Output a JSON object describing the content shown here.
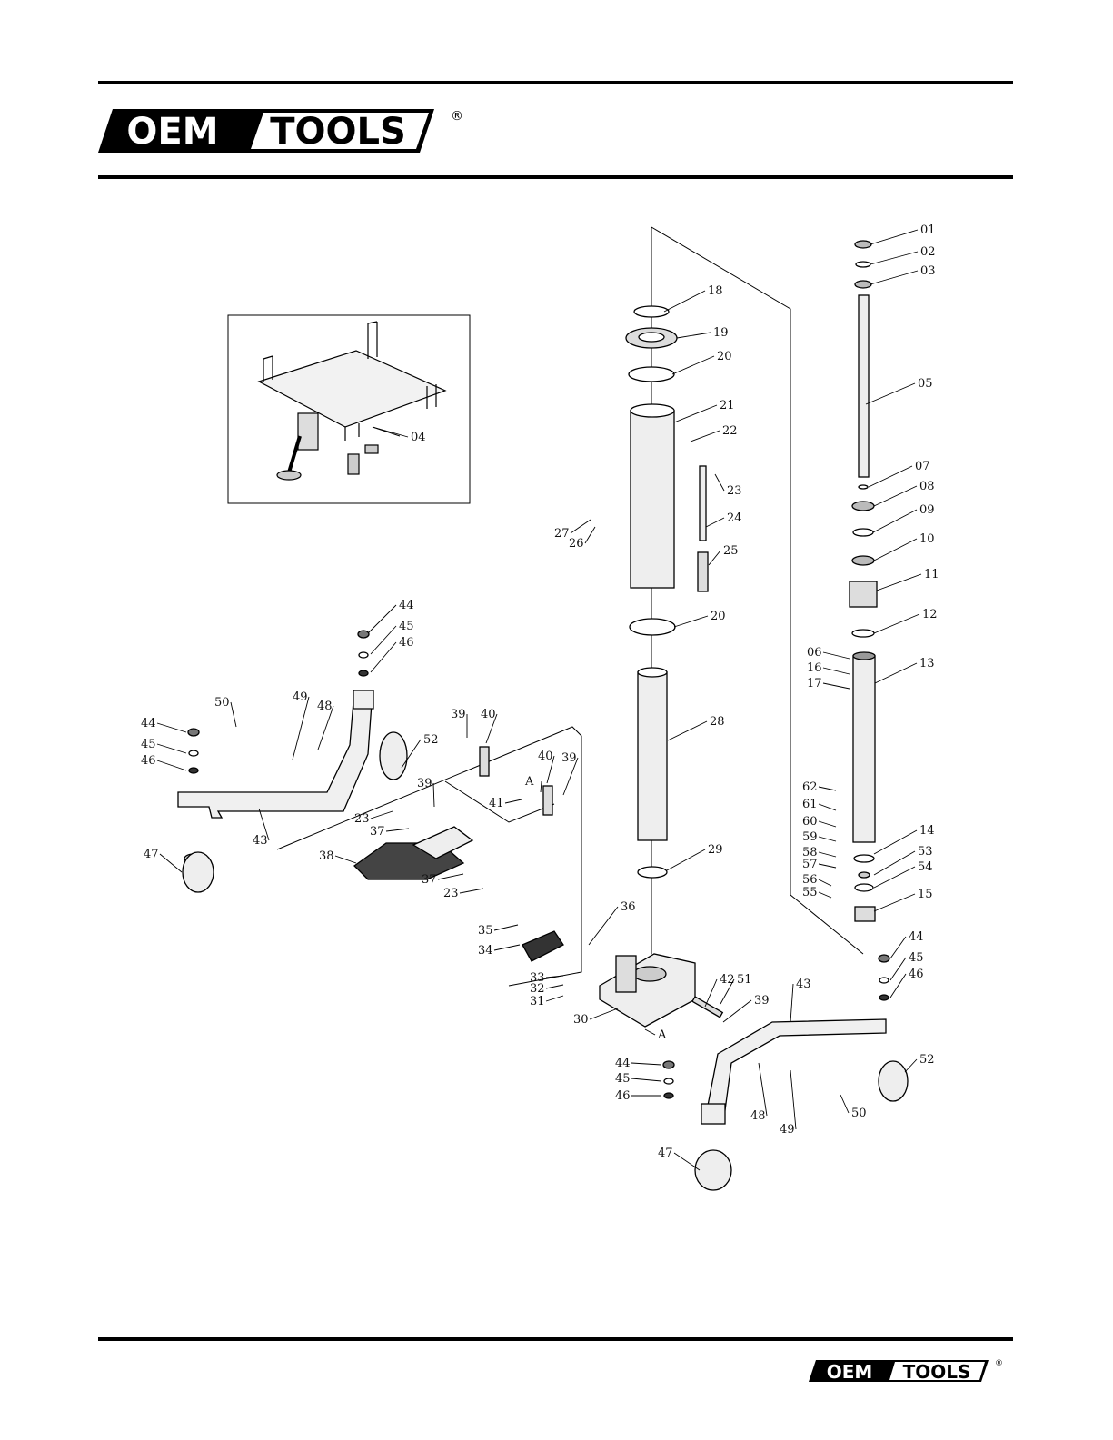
{
  "brand": {
    "logo_text_oem": "OEM",
    "logo_text_tools": "TOOLS",
    "registered_mark": "®"
  },
  "diagram": {
    "part_labels": [
      "01",
      "02",
      "03",
      "04",
      "05",
      "06",
      "07",
      "08",
      "09",
      "10",
      "11",
      "12",
      "13",
      "14",
      "15",
      "16",
      "17",
      "18",
      "19",
      "20",
      "21",
      "22",
      "23",
      "24",
      "25",
      "26",
      "27",
      "28",
      "29",
      "30",
      "31",
      "32",
      "33",
      "34",
      "35",
      "36",
      "37",
      "38",
      "39",
      "40",
      "41",
      "42",
      "43",
      "44",
      "45",
      "46",
      "47",
      "48",
      "49",
      "50",
      "51",
      "52",
      "53",
      "54",
      "55",
      "56",
      "57",
      "58",
      "59",
      "60",
      "61",
      "62",
      "A"
    ]
  },
  "colors": {
    "ink": "#000000",
    "paper": "#ffffff",
    "part_fill": "#e8e8e8"
  }
}
